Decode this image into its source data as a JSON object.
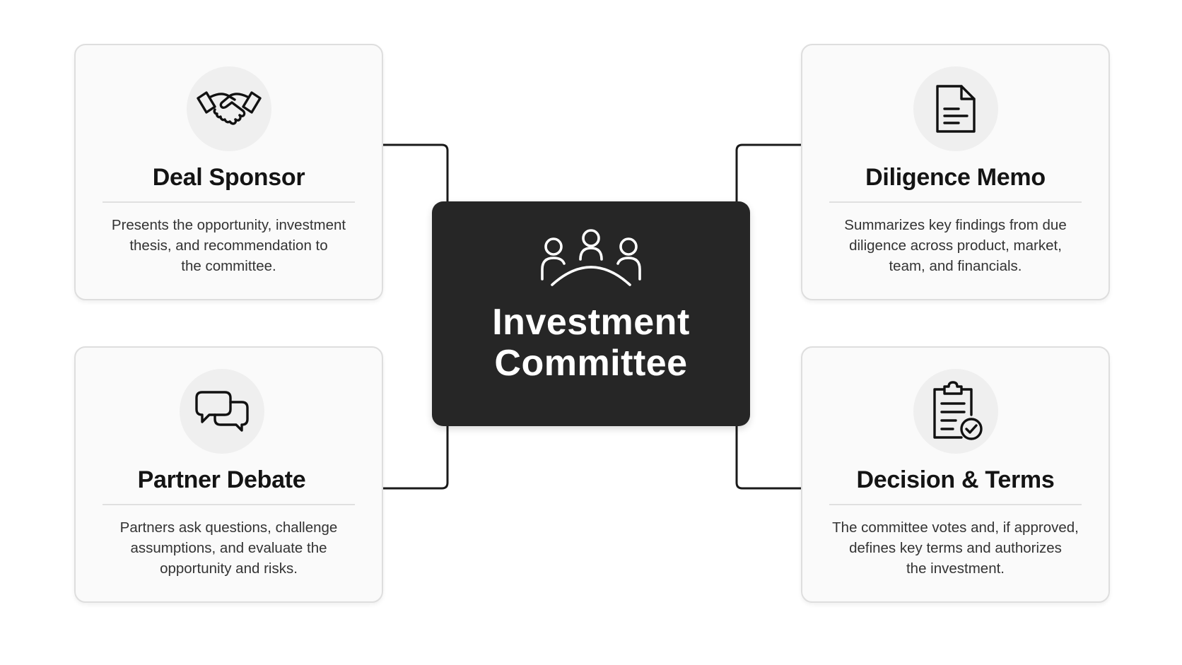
{
  "center": {
    "icon": "group-meeting-icon",
    "title_line1": "Investment",
    "title_line2": "Committee"
  },
  "cards": {
    "deal_sponsor": {
      "icon": "handshake-icon",
      "title": "Deal Sponsor",
      "desc_line1": "Presents the opportunity, investment",
      "desc_line2": "thesis, and recommendation to",
      "desc_line3": "the committee."
    },
    "diligence_memo": {
      "icon": "document-icon",
      "title": "Diligence Memo",
      "desc_line1": "Summarizes key findings from due",
      "desc_line2": "diligence across product, market,",
      "desc_line3": "team, and financials."
    },
    "partner_debate": {
      "icon": "chat-bubbles-icon",
      "title": "Partner Debate",
      "desc_line1": "Partners ask questions, challenge",
      "desc_line2": "assumptions, and evaluate the",
      "desc_line3": "opportunity and risks."
    },
    "decision_terms": {
      "icon": "clipboard-check-icon",
      "title": "Decision & Terms",
      "desc_line1": "The committee votes and, if approved,",
      "desc_line2": "defines key terms and authorizes",
      "desc_line3": "the investment."
    }
  },
  "colors": {
    "center_background": "#262626",
    "card_background": "#fafafa",
    "card_border": "#dedede",
    "connector": "#1a1a1a",
    "text_dark": "#141414"
  }
}
